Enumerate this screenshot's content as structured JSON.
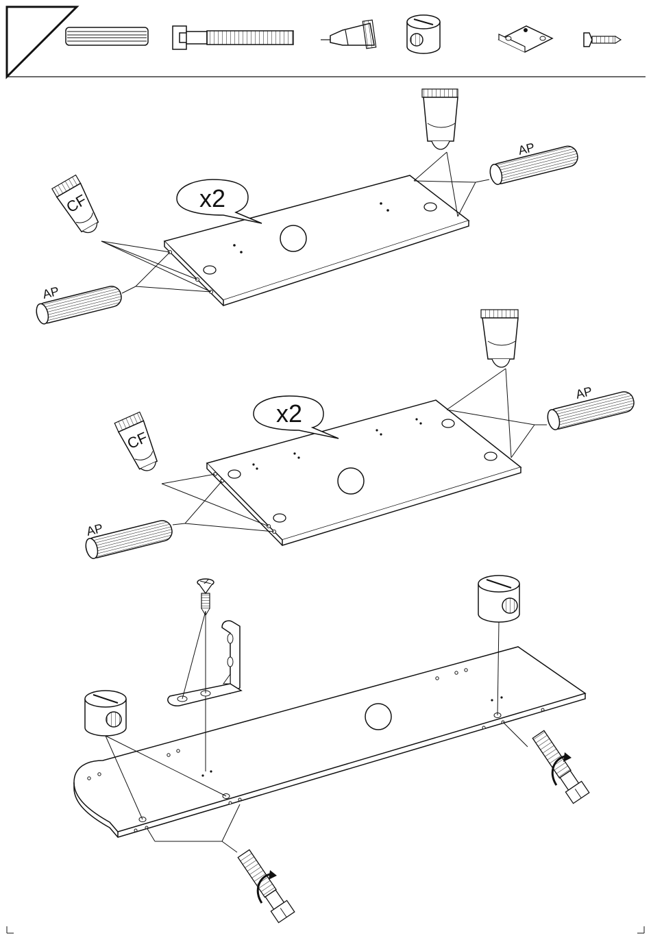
{
  "header": {
    "hardware_parts": [
      {
        "name": "wooden-dowel",
        "icon": "dowel-icon"
      },
      {
        "name": "connector-bolt",
        "icon": "bolt-icon"
      },
      {
        "name": "glue-tube",
        "icon": "glue-tube-icon"
      },
      {
        "name": "cam-nut",
        "icon": "cam-nut-icon"
      },
      {
        "name": "angle-bracket",
        "icon": "angle-bracket-icon"
      },
      {
        "name": "wood-screw",
        "icon": "screw-icon"
      }
    ]
  },
  "steps": [
    {
      "quantity_label": "x2",
      "glue_label": "CF",
      "dowel_label_left": "AP",
      "dowel_label_right": "AP"
    },
    {
      "quantity_label": "x2",
      "glue_label": "CF",
      "dowel_label_left": "AP",
      "dowel_label_right": "AP"
    },
    {
      "parts": [
        "wood-screw",
        "angle-bracket",
        "cam-nut",
        "connector-bolt"
      ]
    }
  ],
  "colors": {
    "ink": "#111111",
    "paper": "#ffffff"
  }
}
